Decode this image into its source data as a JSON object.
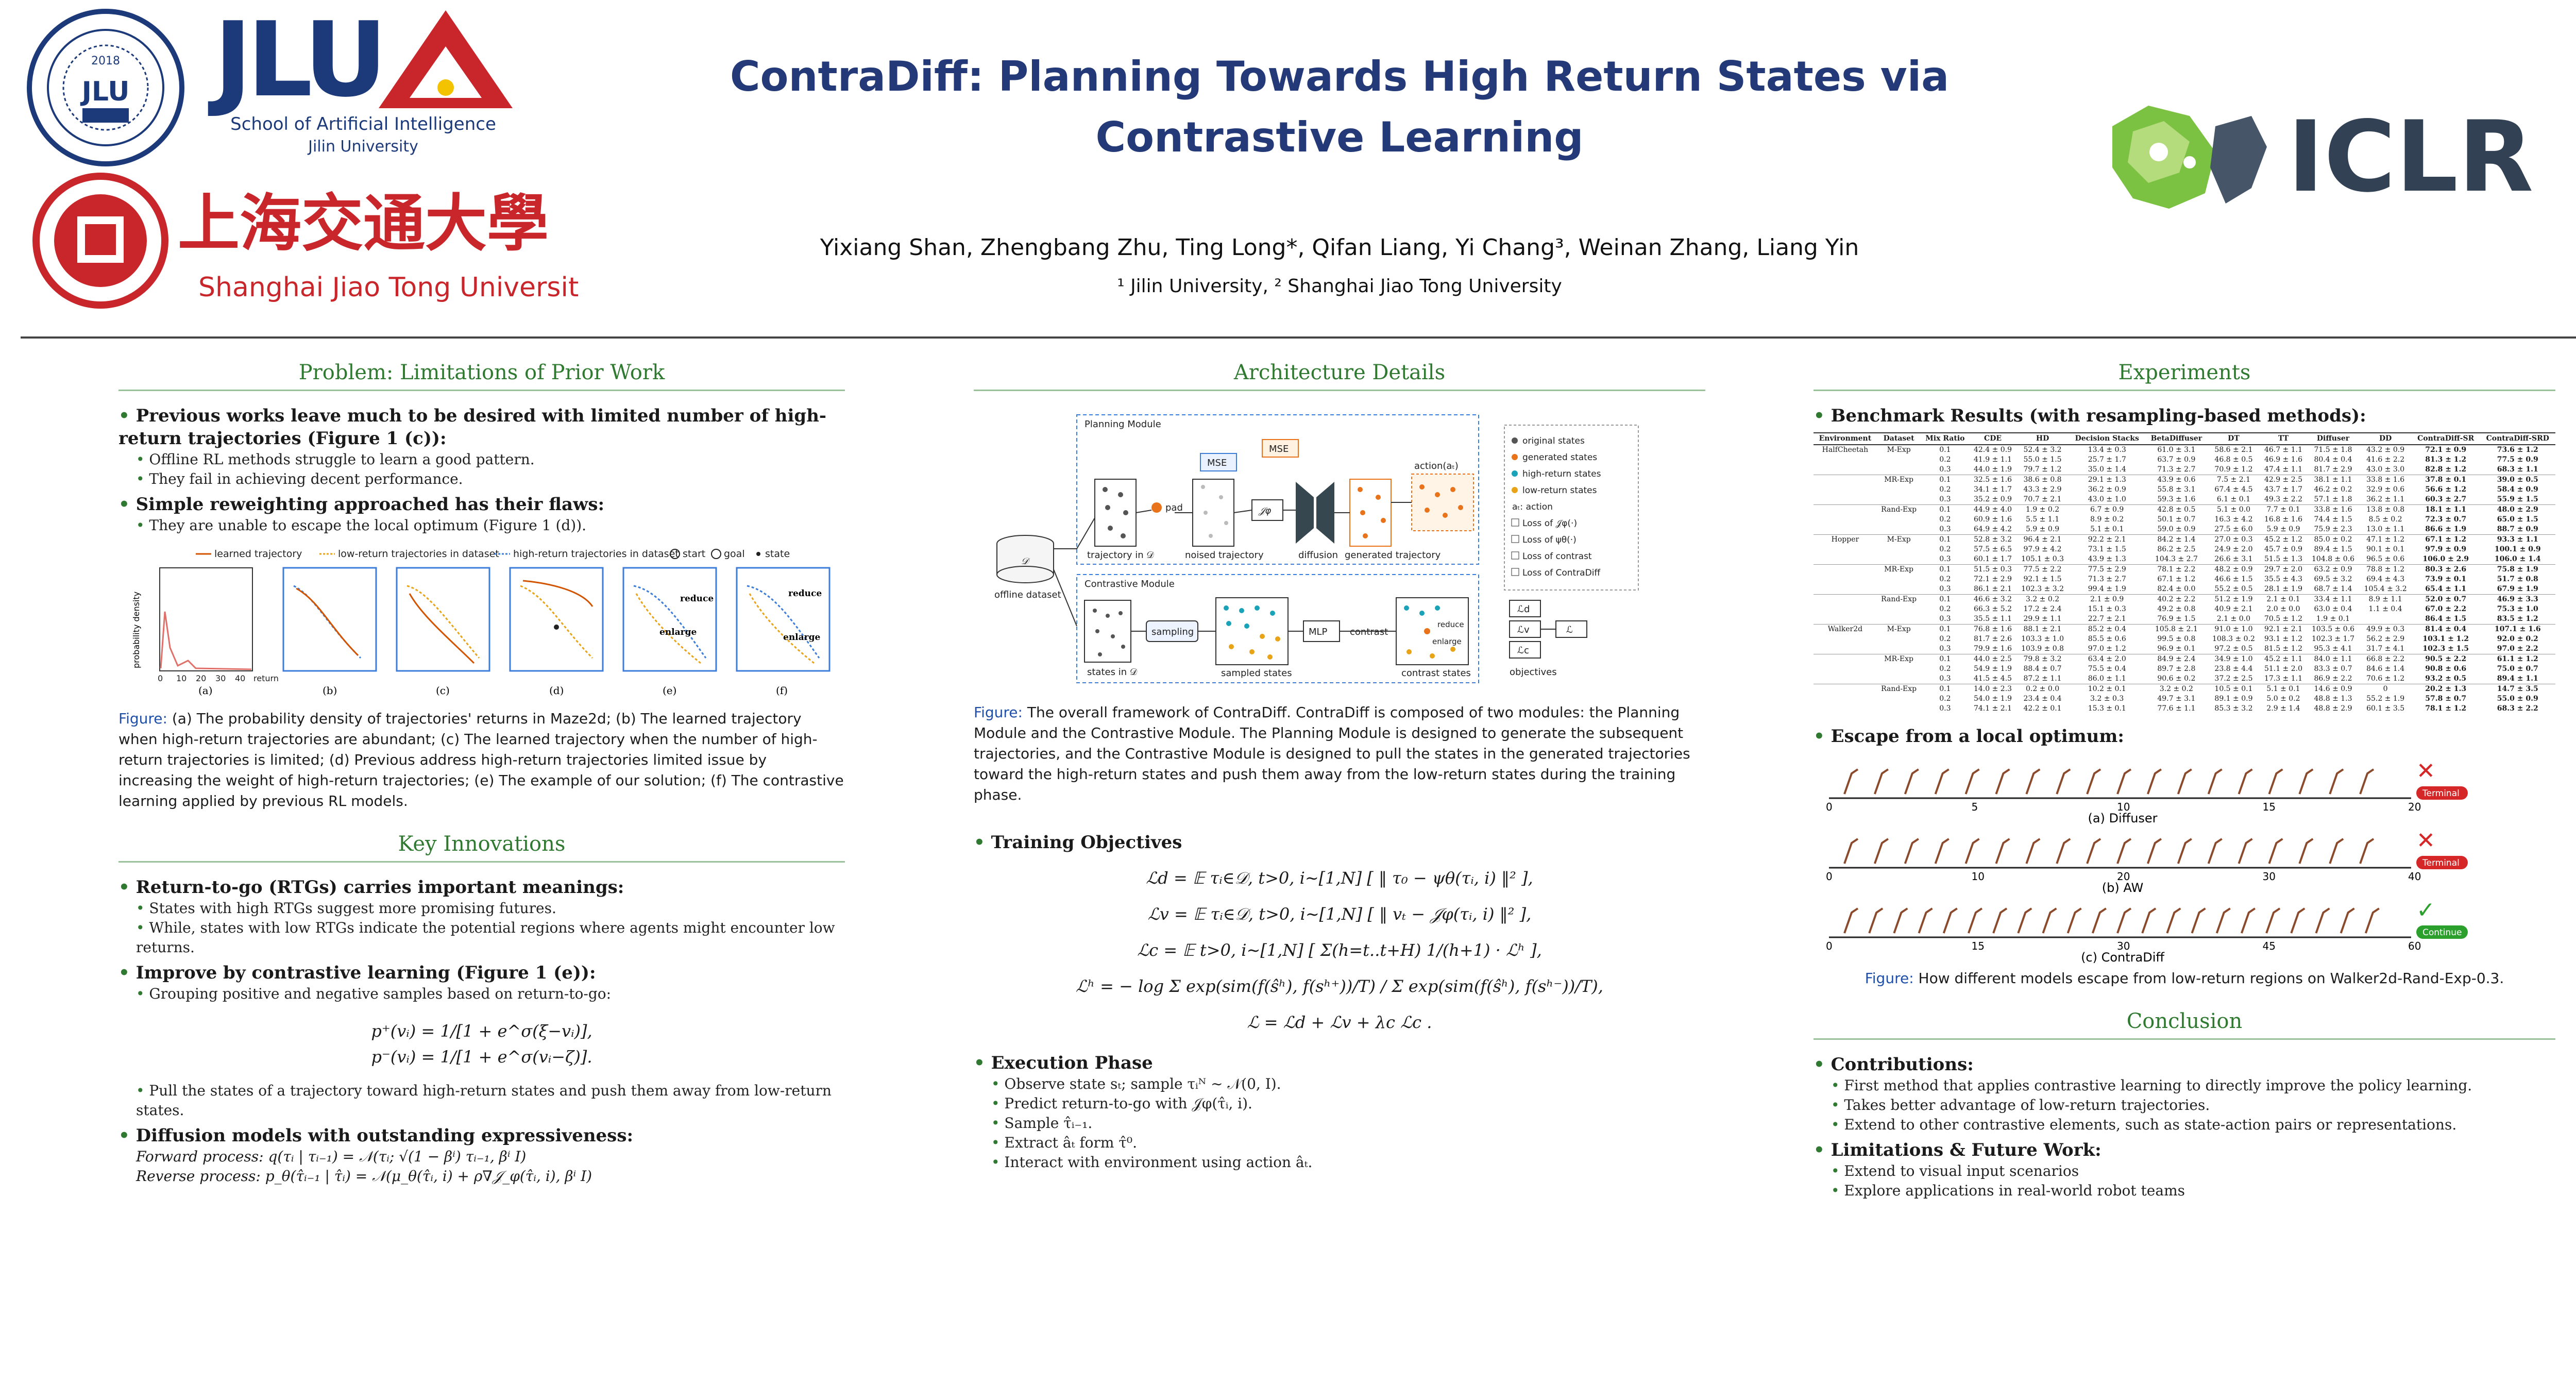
{
  "header": {
    "title_line1": "ContraDiff: Planning Towards High Return States via",
    "title_line2": "Contrastive Learning",
    "authors": "Yixiang Shan, Zhengbang Zhu, Ting Long*, Qifan Liang, Yi Chang³, Weinan Zhang, Liang Yin",
    "affiliations": "¹ Jilin University, ² Shanghai Jiao Tong University"
  },
  "logos": {
    "jlu_seal_text": "JLU",
    "jlu_seal_year": "2018",
    "jlu_text": "JLU",
    "jlu_school": "School of Artificial Intelligence",
    "jlu_univ": "Jilin University",
    "sjtu_cn": "上海交通大學",
    "sjtu_en": "Shanghai Jiao Tong University",
    "iclr": "ICLR",
    "accent_green": "#7cc242",
    "accent_navy": "#1c3a7a",
    "accent_red": "#c8262b"
  },
  "problem": {
    "title": "Problem: Limitations of Prior Work",
    "b1": "Previous works leave much to be desired with limited number of high-return trajectories (Figure 1 (c)):",
    "b1_s1": "Offline RL methods struggle to learn a good pattern.",
    "b1_s2": "They fail in achieving decent performance.",
    "b2": "Simple reweighting approached has their flaws:",
    "b2_s1": "They are unable to escape the local optimum (Figure 1 (d)).",
    "legend": [
      "learned trajectory",
      "low-return trajectories in dataset",
      "high-return trajectories in dataset",
      "start",
      "goal",
      "state"
    ],
    "panel_labels": [
      "(a)",
      "(b)",
      "(c)",
      "(d)",
      "(e)",
      "(f)"
    ],
    "ylabel": "probability density",
    "xlabel": "return",
    "xticks": [
      "0",
      "10",
      "20",
      "30",
      "40"
    ],
    "annot_reduce": "reduce",
    "annot_enlarge": "enlarge",
    "caption_prefix": "Figure:",
    "caption": "(a) The probability density of trajectories' returns in Maze2d; (b) The learned trajectory when high-return trajectories are abundant; (c) The learned trajectory when the number of high-return trajectories is limited; (d) Previous address high-return trajectories limited issue by increasing the weight of high-return trajectories; (e) The example of our solution; (f) The contrastive learning applied by previous RL models."
  },
  "innovations": {
    "title": "Key Innovations",
    "b1": "Return-to-go (RTGs) carries important meanings:",
    "b1_s1": "States with high RTGs suggest more promising futures.",
    "b1_s2": "While, states with low RTGs indicate the potential regions where agents might encounter low returns.",
    "b2": "Improve by contrastive learning (Figure 1 (e)):",
    "b2_s1": "Grouping positive and negative samples based on return-to-go:",
    "eq1": "p⁺(vᵢ) = 1/[1 + e^σ(ξ−vᵢ)],",
    "eq2": "p⁻(vᵢ) = 1/[1 + e^σ(vᵢ−ζ)].",
    "b2_s2": "Pull the states of a trajectory toward high-return states and push them away from low-return states.",
    "b3": "Diffusion models with outstanding expressiveness:",
    "b3_s1": "Forward process: q(τᵢ | τᵢ₋₁) = 𝒩(τᵢ; √(1 − βⁱ) τᵢ₋₁, βⁱ I)",
    "b3_s2": "Reverse process: p_θ(τ̂ᵢ₋₁ | τ̂ᵢ) = 𝒩(μ_θ(τ̂ᵢ, i) + ρ∇𝒥_φ(τ̂ᵢ, i), βⁱ I)"
  },
  "architecture": {
    "title": "Architecture Details",
    "labels": {
      "planning": "Planning Module",
      "contrastive": "Contrastive Module",
      "mse1": "MSE",
      "mse2": "MSE",
      "pad": "pad",
      "traj": "trajectory in 𝒟",
      "noised": "noised trajectory",
      "diffusion": "diffusion",
      "generated": "generated trajectory",
      "action": "action(aₜ)",
      "dataset": "offline dataset",
      "states": "states in 𝒟",
      "sampling": "sampling",
      "sampled": "sampled states",
      "mlp": "MLP",
      "contrast": "contrast",
      "contrast_states": "contrast states",
      "reduce": "reduce",
      "enlarge": "enlarge",
      "objectives": "objectives",
      "Ld": "ℒd",
      "Lv": "ℒv",
      "Lc": "ℒc",
      "L": "ℒ",
      "jv": "𝒥φ",
      "D": "𝒟"
    },
    "legend": [
      "original states",
      "generated states",
      "high-return states",
      "low-return states",
      "aₜ: action",
      "Loss of 𝒥φ(·)",
      "Loss of ψθ(·)",
      "Loss of contrast",
      "Loss of ContraDiff"
    ],
    "caption_prefix": "Figure:",
    "caption": "The overall framework of ContraDiff. ContraDiff is composed of two modules: the Planning Module and the Contrastive Module. The Planning Module is designed to generate the subsequent trajectories, and the Contrastive Module is designed to pull the states in the generated trajectories toward the high-return states and push them away from the low-return states during the training phase."
  },
  "training": {
    "title": "Training Objectives",
    "eq1": "ℒd = 𝔼 τᵢ∈𝒟, t>0, i∼[1,N] [ ‖ τ₀ − ψθ(τᵢ, i) ‖² ],",
    "eq2": "ℒv = 𝔼 τᵢ∈𝒟, t>0, i∼[1,N] [ ‖ vₜ − 𝒥φ(τᵢ, i) ‖² ],",
    "eq3": "ℒc = 𝔼 t>0, i∼[1,N] [ Σ(h=t..t+H) 1/(h+1) · ℒʰ ],",
    "eq4": "ℒʰ = − log  Σ exp(sim(f(ŝʰ), f(sʰ⁺))/T)  /  Σ exp(sim(f(ŝʰ), f(sʰ⁻))/T),",
    "eq5": "ℒ = ℒd + ℒv + λc ℒc ."
  },
  "execution": {
    "title": "Execution Phase",
    "items": [
      "Observe state sₜ; sample τᵢᴺ ∼ 𝒩(0, I).",
      "Predict return-to-go with 𝒥φ(τ̂ᵢ, i).",
      "Sample τ̂ᵢ₋₁.",
      "Extract âₜ form τ̂⁰.",
      "Interact with environment using action âₜ."
    ]
  },
  "experiments": {
    "title": "Experiments",
    "bench_title": "Benchmark Results (with resampling-based methods):",
    "table_headers": [
      "Environment",
      "Dataset",
      "Mix Ratio",
      "CDE",
      "HD",
      "Decision Stacks",
      "BetaDiffuser",
      "DT",
      "TT",
      "Diffuser",
      "DD",
      "ContraDiff-SR",
      "ContraDiff-SRD"
    ],
    "table_rows": [
      [
        "HalfCheetah",
        "M-Exp",
        "0.1",
        "42.4 ± 0.9",
        "52.4 ± 3.2",
        "13.4 ± 0.3",
        "61.0 ± 3.1",
        "58.6 ± 2.1",
        "46.7 ± 1.1",
        "71.5 ± 1.8",
        "43.2 ± 0.9",
        "72.1 ± 0.9",
        "73.6 ± 1.2"
      ],
      [
        "",
        "",
        "0.2",
        "41.9 ± 1.1",
        "55.0 ± 1.5",
        "25.7 ± 1.7",
        "63.7 ± 0.9",
        "46.8 ± 0.5",
        "46.9 ± 1.6",
        "80.4 ± 0.4",
        "41.6 ± 2.2",
        "81.3 ± 1.2",
        "77.5 ± 0.9"
      ],
      [
        "",
        "",
        "0.3",
        "44.0 ± 1.9",
        "79.7 ± 1.2",
        "35.0 ± 1.4",
        "71.3 ± 2.7",
        "70.9 ± 1.2",
        "47.4 ± 1.1",
        "81.7 ± 2.9",
        "43.0 ± 3.0",
        "82.8 ± 1.2",
        "68.3 ± 1.1"
      ],
      [
        "",
        "MR-Exp",
        "0.1",
        "32.5 ± 1.6",
        "38.6 ± 0.8",
        "29.1 ± 1.3",
        "43.9 ± 0.6",
        "7.5 ± 2.1",
        "42.9 ± 2.5",
        "38.1 ± 1.1",
        "33.8 ± 1.6",
        "37.8 ± 0.1",
        "39.0 ± 0.5"
      ],
      [
        "",
        "",
        "0.2",
        "34.1 ± 1.7",
        "43.3 ± 2.9",
        "36.2 ± 0.9",
        "55.8 ± 3.1",
        "67.4 ± 4.5",
        "43.7 ± 1.7",
        "46.2 ± 0.2",
        "32.9 ± 0.6",
        "56.6 ± 1.2",
        "58.4 ± 0.9"
      ],
      [
        "",
        "",
        "0.3",
        "35.2 ± 0.9",
        "70.7 ± 2.1",
        "43.0 ± 1.0",
        "59.3 ± 1.6",
        "6.1 ± 0.1",
        "49.3 ± 2.2",
        "57.1 ± 1.8",
        "36.2 ± 1.1",
        "60.3 ± 2.7",
        "55.9 ± 1.5"
      ],
      [
        "",
        "Rand-Exp",
        "0.1",
        "44.9 ± 4.0",
        "1.9 ± 0.2",
        "6.7 ± 0.9",
        "42.8 ± 0.5",
        "5.1 ± 0.0",
        "7.7 ± 0.1",
        "33.8 ± 1.6",
        "13.8 ± 0.8",
        "18.1 ± 1.1",
        "48.0 ± 2.9"
      ],
      [
        "",
        "",
        "0.2",
        "60.9 ± 1.6",
        "5.5 ± 1.1",
        "8.9 ± 0.2",
        "50.1 ± 0.7",
        "16.3 ± 4.2",
        "16.8 ± 1.6",
        "74.4 ± 1.5",
        "8.5 ± 0.2",
        "72.3 ± 0.7",
        "65.0 ± 1.5"
      ],
      [
        "",
        "",
        "0.3",
        "64.9 ± 4.2",
        "5.9 ± 0.9",
        "5.1 ± 0.1",
        "59.0 ± 0.9",
        "27.5 ± 6.0",
        "5.9 ± 0.9",
        "75.9 ± 2.3",
        "13.0 ± 1.1",
        "86.6 ± 1.9",
        "88.7 ± 0.9"
      ],
      [
        "Hopper",
        "M-Exp",
        "0.1",
        "52.8 ± 3.2",
        "96.4 ± 2.1",
        "92.2 ± 2.1",
        "84.2 ± 1.4",
        "27.0 ± 0.3",
        "45.2 ± 1.2",
        "85.0 ± 0.2",
        "47.1 ± 1.2",
        "67.1 ± 1.2",
        "93.3 ± 1.1"
      ],
      [
        "",
        "",
        "0.2",
        "57.5 ± 6.5",
        "97.9 ± 4.2",
        "73.1 ± 1.5",
        "86.2 ± 2.5",
        "24.9 ± 2.0",
        "45.7 ± 0.9",
        "89.4 ± 1.5",
        "90.1 ± 0.1",
        "97.9 ± 0.9",
        "100.1 ± 0.9"
      ],
      [
        "",
        "",
        "0.3",
        "60.1 ± 1.7",
        "105.1 ± 0.3",
        "43.9 ± 1.3",
        "104.3 ± 2.7",
        "26.6 ± 3.1",
        "51.5 ± 1.3",
        "104.8 ± 0.6",
        "96.5 ± 0.6",
        "106.0 ± 2.9",
        "106.0 ± 1.4"
      ],
      [
        "",
        "MR-Exp",
        "0.1",
        "51.5 ± 0.3",
        "77.5 ± 2.2",
        "77.5 ± 2.9",
        "78.1 ± 2.2",
        "48.2 ± 0.9",
        "29.7 ± 2.0",
        "63.2 ± 0.9",
        "78.8 ± 1.2",
        "80.3 ± 2.6",
        "75.8 ± 1.9"
      ],
      [
        "",
        "",
        "0.2",
        "72.1 ± 2.9",
        "92.1 ± 1.5",
        "71.3 ± 2.7",
        "67.1 ± 1.2",
        "46.6 ± 1.5",
        "35.5 ± 4.3",
        "69.5 ± 3.2",
        "69.4 ± 4.3",
        "73.9 ± 0.1",
        "51.7 ± 0.8"
      ],
      [
        "",
        "",
        "0.3",
        "86.1 ± 2.1",
        "102.3 ± 3.2",
        "99.4 ± 1.9",
        "82.4 ± 0.0",
        "55.2 ± 0.5",
        "28.1 ± 1.9",
        "68.7 ± 1.4",
        "105.4 ± 3.2",
        "65.4 ± 1.1",
        "67.9 ± 1.9"
      ],
      [
        "",
        "Rand-Exp",
        "0.1",
        "46.6 ± 3.2",
        "3.2 ± 0.2",
        "2.1 ± 0.9",
        "40.2 ± 2.2",
        "51.2 ± 1.9",
        "2.1 ± 0.1",
        "33.4 ± 1.1",
        "8.9 ± 1.1",
        "52.0 ± 0.7",
        "46.9 ± 3.3"
      ],
      [
        "",
        "",
        "0.2",
        "66.3 ± 5.2",
        "17.2 ± 2.4",
        "15.1 ± 0.3",
        "49.2 ± 0.8",
        "40.9 ± 2.1",
        "2.0 ± 0.0",
        "63.0 ± 0.4",
        "1.1 ± 0.4",
        "67.0 ± 2.2",
        "75.3 ± 1.0"
      ],
      [
        "",
        "",
        "0.3",
        "35.5 ± 1.1",
        "29.9 ± 1.1",
        "22.7 ± 2.1",
        "76.9 ± 1.5",
        "2.1 ± 0.0",
        "70.5 ± 1.2",
        "1.9 ± 0.1",
        "",
        "86.4 ± 1.5",
        "83.5 ± 1.2"
      ],
      [
        "Walker2d",
        "M-Exp",
        "0.1",
        "76.8 ± 1.6",
        "88.1 ± 2.1",
        "85.2 ± 0.4",
        "105.8 ± 2.1",
        "91.0 ± 1.0",
        "92.1 ± 2.1",
        "103.5 ± 0.6",
        "49.9 ± 0.3",
        "81.4 ± 0.4",
        "107.1 ± 1.6"
      ],
      [
        "",
        "",
        "0.2",
        "81.7 ± 2.6",
        "103.3 ± 1.0",
        "85.5 ± 0.6",
        "99.5 ± 0.8",
        "108.3 ± 0.2",
        "93.1 ± 1.2",
        "102.3 ± 1.7",
        "56.2 ± 2.9",
        "103.1 ± 1.2",
        "92.0 ± 0.2"
      ],
      [
        "",
        "",
        "0.3",
        "79.9 ± 1.6",
        "103.9 ± 0.8",
        "97.0 ± 1.2",
        "96.9 ± 0.1",
        "97.2 ± 0.5",
        "81.5 ± 1.2",
        "95.3 ± 4.1",
        "31.7 ± 4.1",
        "102.3 ± 1.5",
        "97.0 ± 2.2"
      ],
      [
        "",
        "MR-Exp",
        "0.1",
        "44.0 ± 2.5",
        "79.8 ± 3.2",
        "63.4 ± 2.0",
        "84.9 ± 2.4",
        "34.9 ± 1.0",
        "45.2 ± 1.1",
        "84.0 ± 1.1",
        "66.8 ± 2.2",
        "90.5 ± 2.2",
        "61.1 ± 1.2"
      ],
      [
        "",
        "",
        "0.2",
        "54.9 ± 1.9",
        "88.4 ± 0.7",
        "75.5 ± 0.4",
        "89.7 ± 2.8",
        "23.8 ± 4.4",
        "51.1 ± 2.0",
        "83.3 ± 0.7",
        "84.6 ± 1.4",
        "90.8 ± 0.6",
        "75.0 ± 0.7"
      ],
      [
        "",
        "",
        "0.3",
        "41.5 ± 4.5",
        "87.2 ± 1.1",
        "86.0 ± 1.1",
        "90.6 ± 0.2",
        "37.2 ± 2.5",
        "17.3 ± 1.1",
        "86.9 ± 2.2",
        "70.6 ± 1.2",
        "93.2 ± 0.5",
        "89.4 ± 1.1"
      ],
      [
        "",
        "Rand-Exp",
        "0.1",
        "14.0 ± 2.3",
        "0.2 ± 0.0",
        "10.2 ± 0.1",
        "3.2 ± 0.2",
        "10.5 ± 0.1",
        "5.1 ± 0.1",
        "14.6 ± 0.9",
        "0",
        "20.2 ± 1.3",
        "14.7 ± 3.5"
      ],
      [
        "",
        "",
        "0.2",
        "54.0 ± 1.9",
        "23.4 ± 0.4",
        "3.2 ± 0.3",
        "49.7 ± 3.1",
        "89.1 ± 0.9",
        "5.0 ± 0.2",
        "48.8 ± 1.3",
        "55.2 ± 1.9",
        "57.8 ± 0.7",
        "55.0 ± 0.9"
      ],
      [
        "",
        "",
        "0.3",
        "74.1 ± 2.1",
        "42.2 ± 0.1",
        "15.3 ± 0.1",
        "77.6 ± 1.1",
        "85.3 ± 3.2",
        "2.9 ± 1.4",
        "48.8 ± 2.9",
        "60.1 ± 3.5",
        "78.1 ± 1.2",
        "68.3 ± 2.2"
      ]
    ],
    "escape_title": "Escape from a local optimum:",
    "escape_rows": [
      {
        "caption": "(a) Diffuser",
        "ticks": [
          "0",
          "5",
          "10",
          "15",
          "20"
        ],
        "badge": "Terminal",
        "mark": "✕",
        "color": "#d62728"
      },
      {
        "caption": "(b) AW",
        "ticks": [
          "0",
          "10",
          "20",
          "30",
          "40"
        ],
        "badge": "Terminal",
        "mark": "✕",
        "color": "#d62728"
      },
      {
        "caption": "(c) ContraDiff",
        "ticks": [
          "0",
          "15",
          "30",
          "45",
          "60"
        ],
        "badge": "Continue",
        "mark": "✓",
        "color": "#2ca02c"
      }
    ],
    "escape_caption_prefix": "Figure:",
    "escape_caption": "How different models escape from low-return regions on Walker2d-Rand-Exp-0.3."
  },
  "conclusion": {
    "title": "Conclusion",
    "b1": "Contributions:",
    "b1_items": [
      "First method that applies contrastive learning to directly improve the policy learning.",
      "Takes better advantage of low-return trajectories.",
      "Extend to other contrastive elements, such as state-action pairs or representations."
    ],
    "b2": "Limitations & Future Work:",
    "b2_items": [
      "Extend to visual input scenarios",
      "Explore applications in real-world robot teams"
    ]
  }
}
